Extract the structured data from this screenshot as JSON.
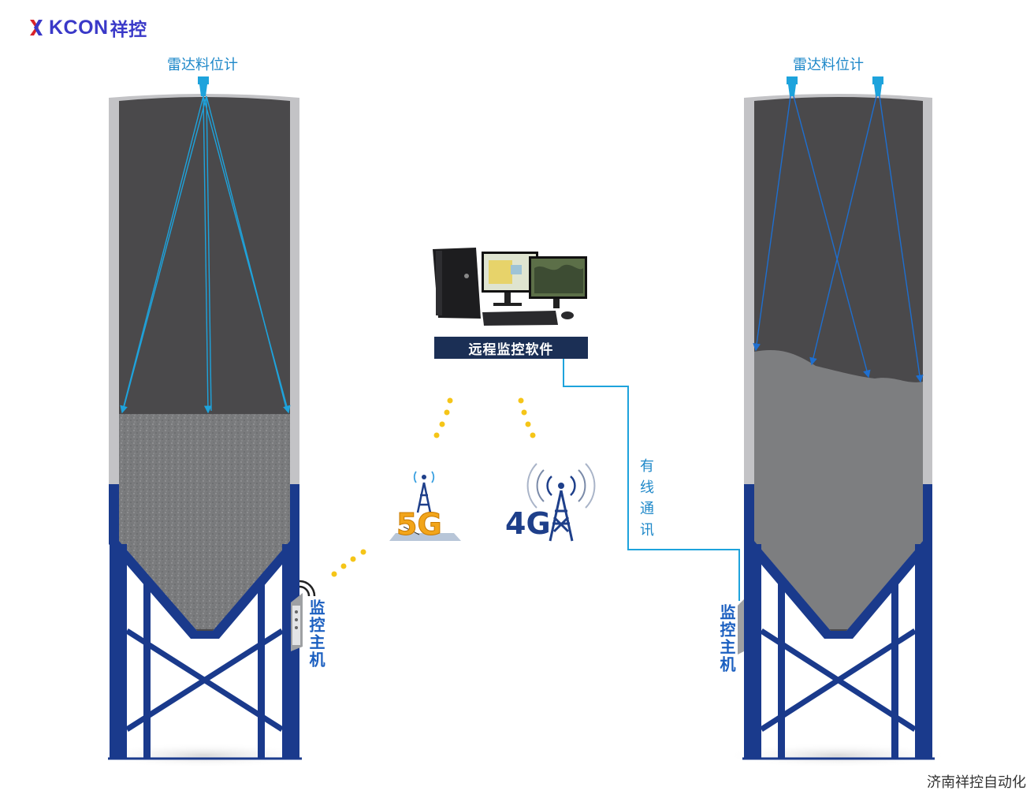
{
  "brand": {
    "logo_text": "KCON",
    "logo_cn": "祥控",
    "logo_icon": "xk-logo-icon"
  },
  "labels": {
    "radar_left": "雷达料位计",
    "radar_right": "雷达料位计",
    "software": "远程监控软件",
    "host_left": "监控主机",
    "host_right": "监控主机",
    "wired": "有线通讯",
    "net_5g": "5G",
    "net_4g": "4G",
    "company": "济南祥控自动化"
  },
  "colors": {
    "silo_frame": "#c3c3c6",
    "silo_interior": "#4a494b",
    "material": "#7d7e80",
    "support_steel": "#1a3a8c",
    "radar_blue": "#1ea3dc",
    "signal_dot": "#f5c518",
    "brand": "#3a39c8"
  },
  "icons": [
    "radar-sensor-icon",
    "computer-workstation-icon",
    "5g-tower-icon",
    "4g-tower-icon",
    "wireless-signal-icon",
    "monitor-host-icon"
  ]
}
